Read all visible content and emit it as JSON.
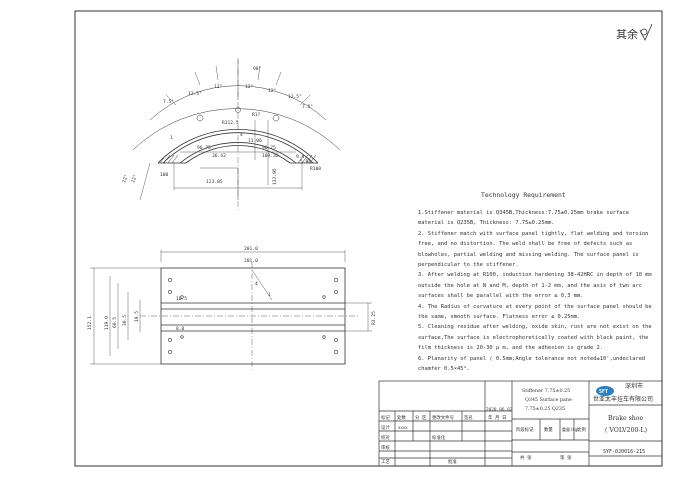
{
  "header": {
    "sheet_mark": "其余"
  },
  "arc_view": {
    "angle_labels": [
      "90°",
      "7.5°",
      "12.5°",
      "12°",
      "12°",
      "12°",
      "12.5°",
      "7.5°",
      "22°",
      "22°"
    ],
    "dims": [
      "R112.5",
      "R1?",
      "96.75",
      "96.75",
      "4",
      "36.42",
      "11.06",
      "109.32",
      "132.95",
      "123.85",
      "1",
      "9.4",
      "5.94",
      "100",
      "R100"
    ]
  },
  "plan_view": {
    "dims": [
      "201.0",
      "201.0",
      "152.1",
      "119.0",
      "60.5",
      "30.5",
      "19.5",
      "8.0",
      "10.5",
      "R3.25",
      "4",
      "1"
    ]
  },
  "requirements": {
    "title": "Technology Requirement",
    "items": [
      "1.Stiffener material is Q345B,Thickness:7.75±0.25mm brake surface material is Q235B, Thickness: 7.75±0.25mm.",
      "2. Stiffener match with surface panel tightly, flat welding  and torsion free, and no distortion. The weld shall be free of defects such as blowholes, partial welding and missing welding. The surface panel is perpendicular to the stiffener.",
      "3. After welding at R100, induction hardening 38-42HRC in depth of 10 mm outside the hole at N and M, depth of 1-2 mm, and the axis of two arc surfaces shall be parallel with the error ≤ 0.3 mm.",
      "4. The Radius of curvature at every point of the surface panel should be the same, smooth surface. Flatness error ≤ 0.25mm.",
      "5. Cleaning residue after welding, oxide skin, rust are not exist on the surface,The surface is electrophoretically coated with black paint, the film thickness is 20-30 μ m, and the adhesion is grade 2.",
      "6. Planarity of panel ( 0.5mm;Angle tolerance not noted±10',undeclared chamfer 0.5×45°."
    ]
  },
  "title_block": {
    "material_lines": [
      "Stiffener 7.75±0.25",
      "Q345 Surface pane",
      "7.75±0.25 Q235"
    ],
    "company_logo": "SFT",
    "company_name_1": "深圳市",
    "company_name_2": "世亚太丰挂车有限公司",
    "part_name": "Brake shoe",
    "part_model": "( VOLV200-L)",
    "drawing_no": "SYF-0J0016-215",
    "date": "2020.06.02",
    "ymd": "年 月 日",
    "rev_headers": [
      "标记",
      "处数",
      "分 区",
      "更改文件号",
      "签名"
    ],
    "row_labels": [
      "设计",
      "校对",
      "审核",
      "工艺"
    ],
    "std_label": "标准化",
    "approve_label": "批准",
    "stage_label": "阶段标记",
    "qty_label": "数量",
    "weight_label": "重量(kg)",
    "scale_label": "比例",
    "sheet_total": "共 张",
    "sheet_num": "第 张",
    "design_sig": "xxxx"
  }
}
